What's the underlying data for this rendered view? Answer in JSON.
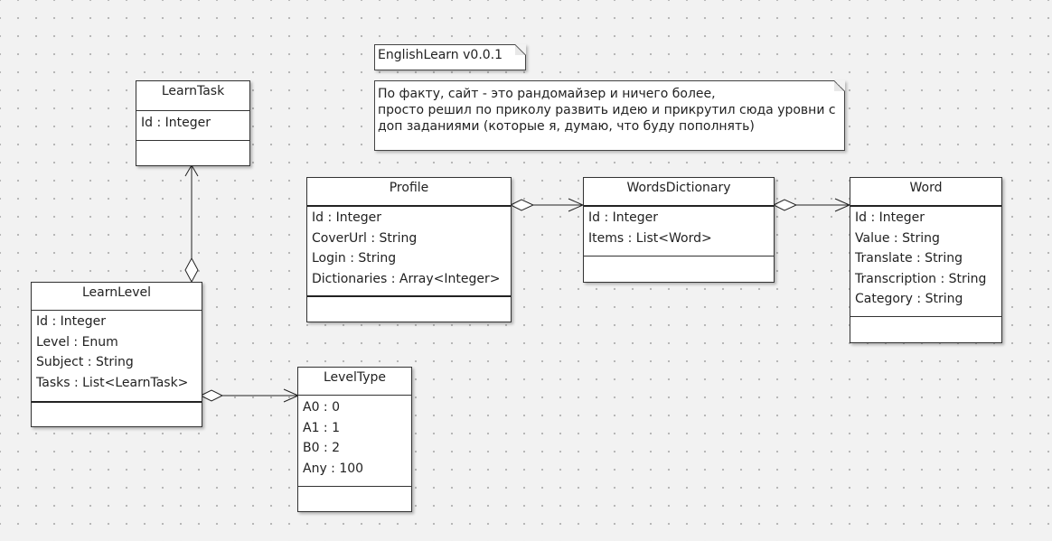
{
  "notes": {
    "version": "EnglishLearn v0.0.1",
    "description": [
      "По факту, сайт - это рандомайзер и ничего более,",
      "просто решил по приколу развить идею и прикрутил сюда уровни с",
      "доп заданиями (которые я, думаю, что буду пополнять)"
    ]
  },
  "classes": {
    "learn_task": {
      "name": "LearnTask",
      "attributes": [
        "Id : Integer"
      ]
    },
    "learn_level": {
      "name": "LearnLevel",
      "attributes": [
        "Id : Integer",
        "Level : Enum",
        "Subject : String",
        "Tasks : List<LearnTask>"
      ]
    },
    "level_type": {
      "name": "LevelType",
      "attributes": [
        "A0 : 0",
        "A1 : 1",
        "B0 : 2",
        "Any : 100"
      ]
    },
    "profile": {
      "name": "Profile",
      "attributes": [
        "Id : Integer",
        "CoverUrl : String",
        "Login : String",
        "Dictionaries : Array<Integer>"
      ]
    },
    "words_dictionary": {
      "name": "WordsDictionary",
      "attributes": [
        "Id : Integer",
        "Items : List<Word>"
      ]
    },
    "word": {
      "name": "Word",
      "attributes": [
        "Id : Integer",
        "Value : String",
        "Translate : String",
        "Transcription : String",
        "Category : String"
      ]
    }
  }
}
